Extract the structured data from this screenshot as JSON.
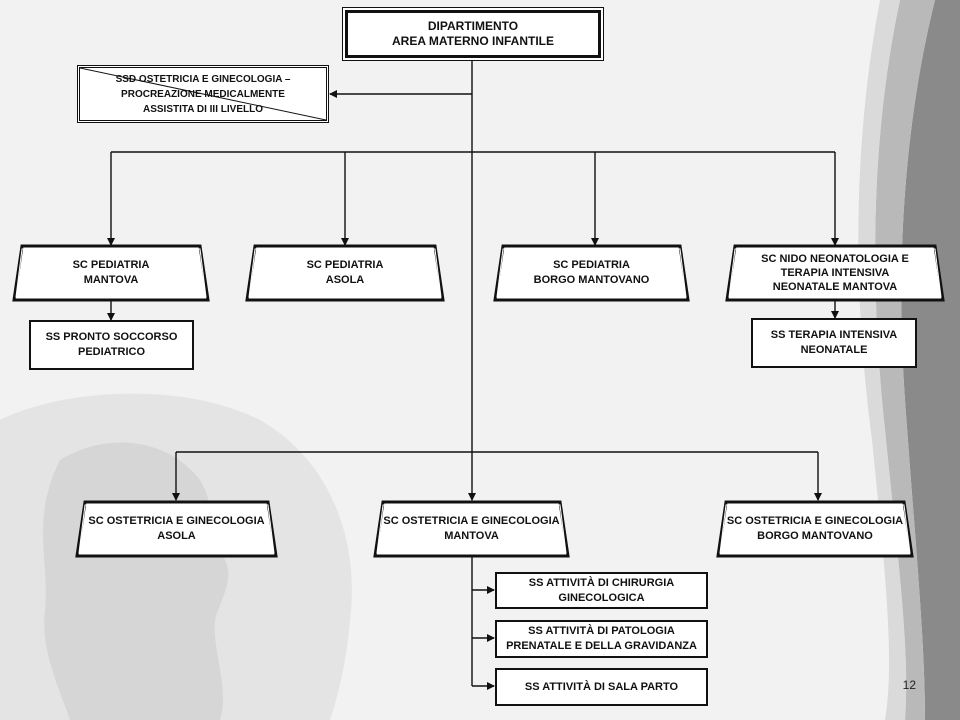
{
  "head": {
    "line1": "DIPARTIMENTO",
    "line2": "AREA MATERNO INFANTILE"
  },
  "ssd": {
    "line1": "SSD OSTETRICIA  E GINECOLOGIA –",
    "line2": "PROCREAZIONE  MEDICALMENTE",
    "line3": "ASSISTITA  DI III LIVELLO"
  },
  "sc_pediatria_mantova": {
    "line1": "SC PEDIATRIA",
    "line2": "MANTOVA"
  },
  "sc_pediatria_asola": {
    "line1": "SC PEDIATRIA",
    "line2": "ASOLA"
  },
  "sc_pediatria_borgo": {
    "line1": "SC PEDIATRIA",
    "line2": "BORGO MANTOVANO"
  },
  "sc_nido": {
    "line1": "SC NIDO NEONATOLOGIA E",
    "line2": "TERAPIA INTENSIVA",
    "line3": "NEONATALE MANTOVA"
  },
  "ss_pronto": {
    "line1": "SS PRONTO SOCCORSO",
    "line2": "PEDIATRICO"
  },
  "ss_terapia": {
    "line1": "SS TERAPIA  INTENSIVA",
    "line2": "NEONATALE"
  },
  "sc_ost_asola": {
    "line1": "SC OSTETRICIA  E GINECOLOGIA",
    "line2": "ASOLA"
  },
  "sc_ost_mantova": {
    "line1": "SC OSTETRICIA  E GINECOLOGIA",
    "line2": "MANTOVA"
  },
  "sc_ost_borgo": {
    "line1": "SC OSTETRICIA  E GINECOLOGIA",
    "line2": "BORGO MANTOVANO"
  },
  "ss_chirurgia": {
    "line1": "SS ATTIVITÀ  DI CHIRURGIA",
    "line2": "GINECOLOGICA"
  },
  "ss_patologia": {
    "line1": "SS ATTIVITÀ  DI  PATOLOGIA",
    "line2": "PRENATALE  E DELLA GRAVIDANZA"
  },
  "ss_sala": {
    "line1": "SS ATTIVITÀ  DI SALA PARTO"
  },
  "page_number": "12"
}
